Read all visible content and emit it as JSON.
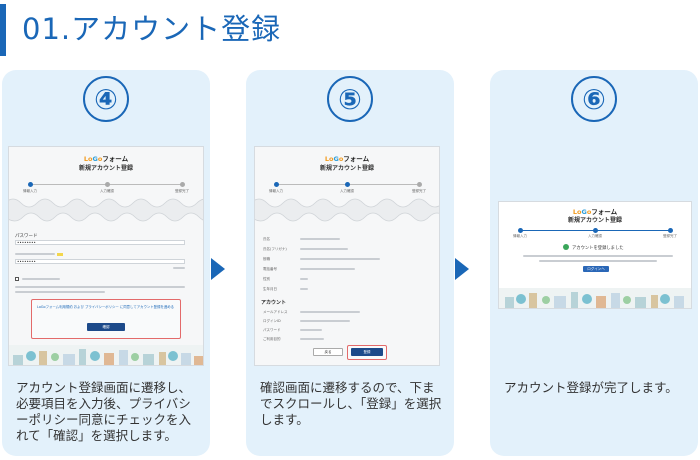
{
  "page": {
    "title": "01.アカウント登録"
  },
  "steps": [
    {
      "number": "④",
      "description": "アカウント登録画面に遷移し、必要項目を入力後、プライバシーポリシー同意にチェックを入れて「確認」を選択します。"
    },
    {
      "number": "⑤",
      "description": "確認画面に遷移するので、下までスクロールし、「登録」を選択します。"
    },
    {
      "number": "⑥",
      "description": "アカウント登録が完了します。"
    }
  ],
  "screens": {
    "s4": {
      "logo_a": "Lo",
      "logo_b": "G",
      "logo_c": "o",
      "logo_d": "フォーム",
      "heading": "新規アカウント登録",
      "step_labels": [
        "情報入力",
        "入力確認",
        "登録完了"
      ],
      "password_label": "パスワード",
      "password_value": "••••••••",
      "password_confirm_value": "••••••••",
      "agree_text": "LoGoフォーム利用規約 および プライバシーポリシー に同意してアカウント登録を進める",
      "confirm_button": "確認"
    },
    "s5": {
      "logo_a": "Lo",
      "logo_b": "G",
      "logo_c": "o",
      "logo_d": "フォーム",
      "heading": "新規アカウント登録",
      "step_labels": [
        "情報入力",
        "入力確認",
        "登録完了"
      ],
      "field_labels": [
        "氏名",
        "氏名(フリガナ)",
        "役職",
        "電話番号",
        "性別",
        "生年月日"
      ],
      "account_section": "アカウント",
      "account_labels": [
        "メールアドレス",
        "ログインID",
        "パスワード",
        "ご利用目的"
      ],
      "back_button": "戻る",
      "register_button": "登録"
    },
    "s6": {
      "logo_a": "Lo",
      "logo_b": "G",
      "logo_c": "o",
      "logo_d": "フォーム",
      "heading": "新規アカウント登録",
      "step_labels": [
        "情報入力",
        "入力確認",
        "登録完了"
      ],
      "complete_message": "アカウントを登録しました",
      "login_button": "ログインへ"
    }
  },
  "colors": {
    "accent": "#1a67b7",
    "card_bg": "#e3f1fb",
    "highlight": "#e36a6a",
    "button": "#1d4a8a"
  },
  "icons": [
    "arrow-right-icon",
    "check-circle-icon",
    "checkbox-icon"
  ]
}
